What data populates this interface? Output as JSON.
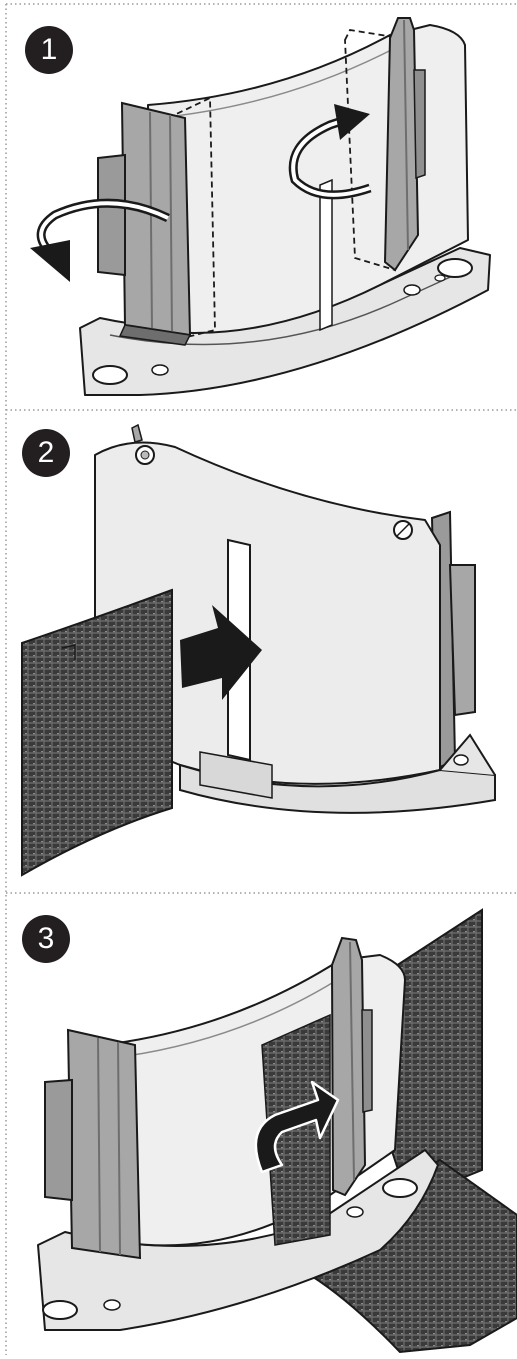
{
  "steps": [
    {
      "number": "1"
    },
    {
      "number": "2"
    },
    {
      "number": "3"
    }
  ],
  "colors": {
    "badge": "#231f20",
    "plastic": "#e8e8e8",
    "plastic_shade": "#d4d4d4",
    "clip": "#a9a9a9",
    "clip_dark": "#8c8c8c",
    "mesh": "#4a4a4a",
    "outline": "#1a1a1a",
    "divider": "#9a9a9a"
  },
  "icons": [
    "rotate-arrow-icon",
    "push-arrow-icon",
    "curved-arrow-icon",
    "dashed-outline"
  ]
}
